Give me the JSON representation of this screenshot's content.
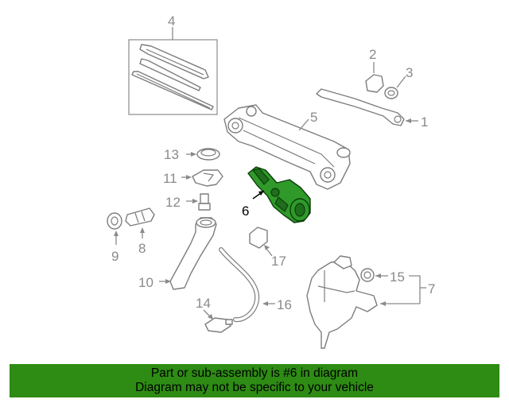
{
  "diagram": {
    "callouts": [
      {
        "id": "1",
        "label": "1"
      },
      {
        "id": "2",
        "label": "2"
      },
      {
        "id": "3",
        "label": "3"
      },
      {
        "id": "4",
        "label": "4"
      },
      {
        "id": "5",
        "label": "5"
      },
      {
        "id": "6",
        "label": "6"
      },
      {
        "id": "7",
        "label": "7"
      },
      {
        "id": "8",
        "label": "8"
      },
      {
        "id": "9",
        "label": "9"
      },
      {
        "id": "10",
        "label": "10"
      },
      {
        "id": "11",
        "label": "11"
      },
      {
        "id": "12",
        "label": "12"
      },
      {
        "id": "13",
        "label": "13"
      },
      {
        "id": "14",
        "label": "14"
      },
      {
        "id": "15",
        "label": "15"
      },
      {
        "id": "16",
        "label": "16"
      },
      {
        "id": "17",
        "label": "17"
      }
    ],
    "highlighted_part": "6",
    "highlight_color": "#2f9a2a"
  },
  "footer": {
    "line1": "Part or sub-assembly is #6 in diagram",
    "line2": "Diagram may not be specific to your vehicle",
    "background": "#2e8b14"
  }
}
